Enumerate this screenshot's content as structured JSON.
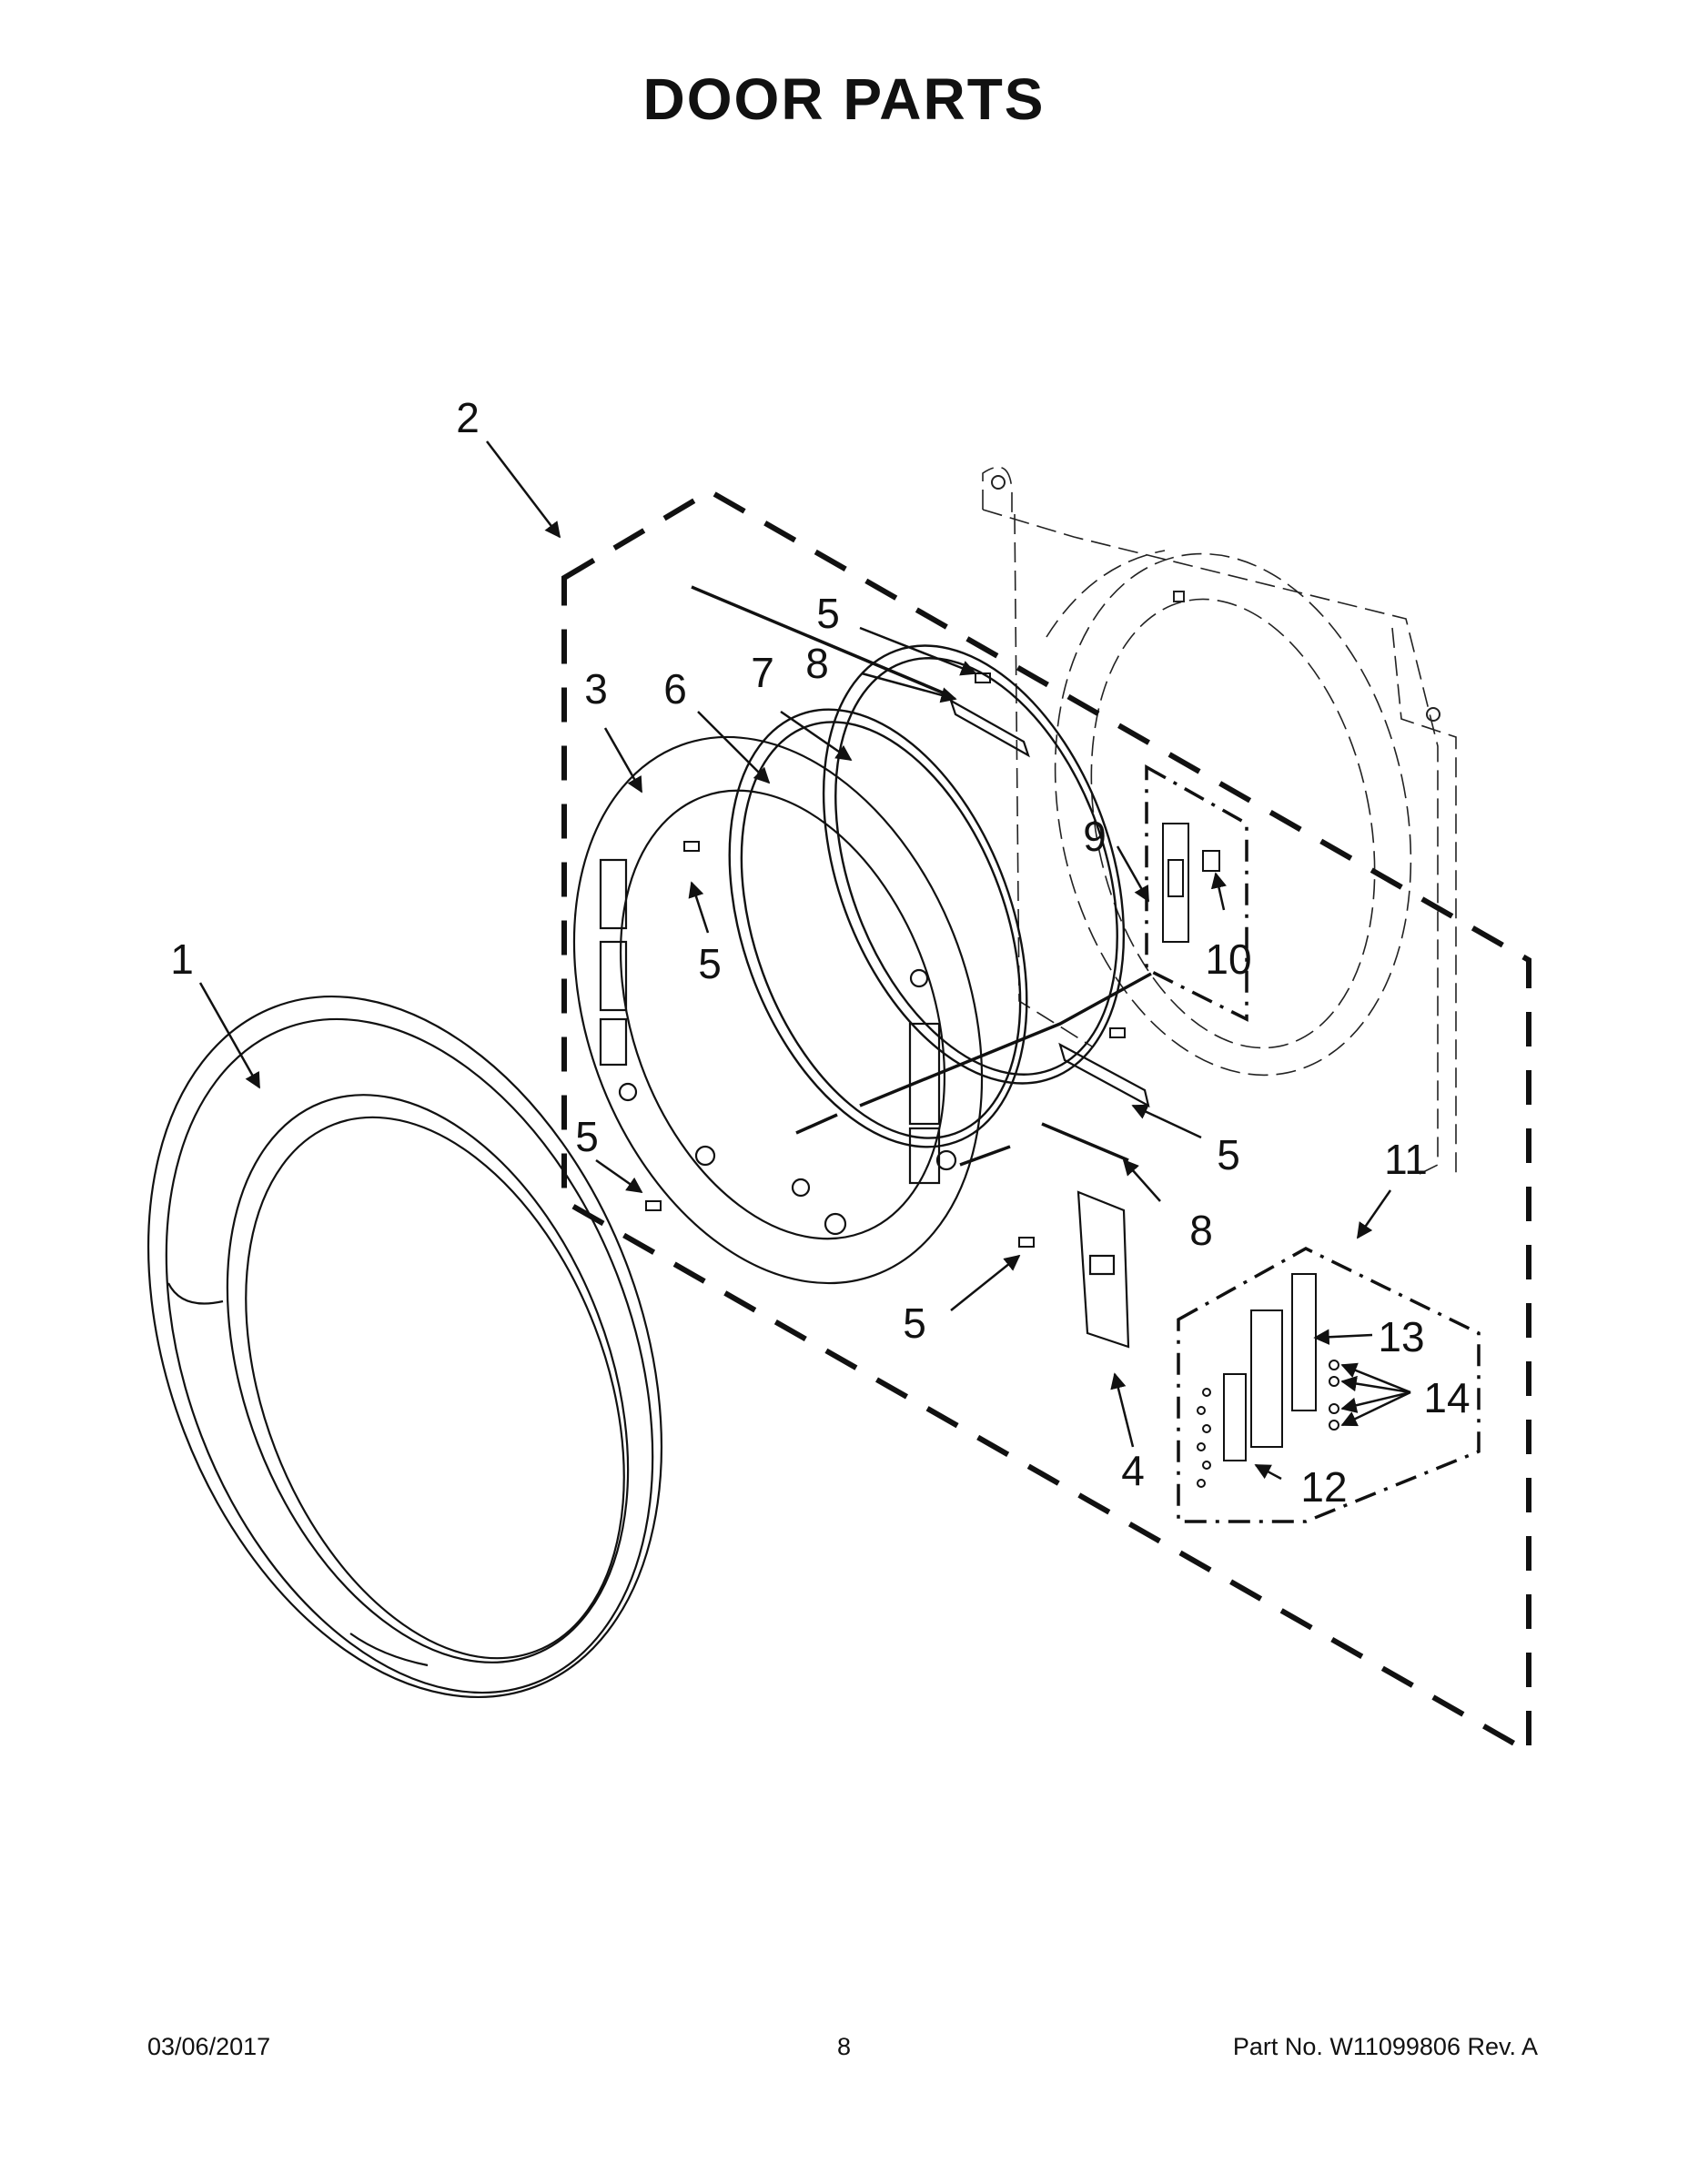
{
  "page": {
    "title": "DOOR PARTS"
  },
  "callouts": [
    "1",
    "2",
    "3",
    "4",
    "5",
    "5",
    "5",
    "5",
    "5",
    "5",
    "6",
    "7",
    "8",
    "8",
    "9",
    "10",
    "11",
    "12",
    "13",
    "14"
  ],
  "footer": {
    "date": "03/06/2017",
    "page_number": "8",
    "part_number": "Part No.  W11099806  Rev. A"
  }
}
